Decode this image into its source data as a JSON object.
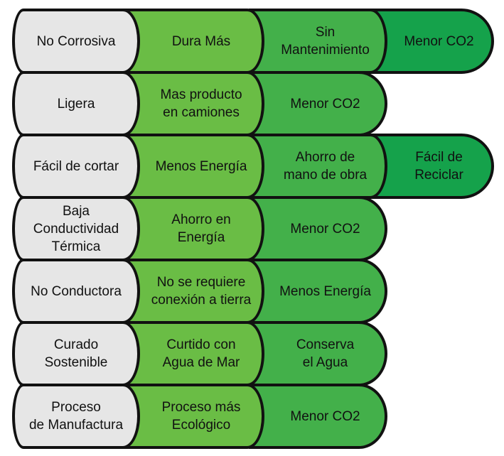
{
  "colors": {
    "gray": "#e6e6e6",
    "light_green": "#6abd45",
    "mid_green": "#43b04a",
    "dark_green": "#15a24b",
    "outline": "#111111"
  },
  "rows": [
    {
      "cells": [
        "No Corrosiva",
        "Dura Más",
        "Sin\nMantenimiento",
        "Menor CO2"
      ]
    },
    {
      "cells": [
        "Ligera",
        "Mas producto\nen camiones",
        "Menor CO2"
      ]
    },
    {
      "cells": [
        "Fácil de cortar",
        "Menos Energía",
        "Ahorro de\nmano de obra",
        "Fácil de\nReciclar"
      ]
    },
    {
      "cells": [
        "Baja\nConductividad\nTérmica",
        "Ahorro en\nEnergía",
        "Menor CO2"
      ]
    },
    {
      "cells": [
        "No Conductora",
        "No se requiere\nconexión a tierra",
        "Menos Energía"
      ]
    },
    {
      "cells": [
        "Curado\nSostenible",
        "Curtido con\nAgua de Mar",
        "Conserva\nel Agua"
      ]
    },
    {
      "cells": [
        "Proceso\nde Manufactura",
        "Proceso más\nEcológico",
        "Menor CO2"
      ]
    }
  ]
}
